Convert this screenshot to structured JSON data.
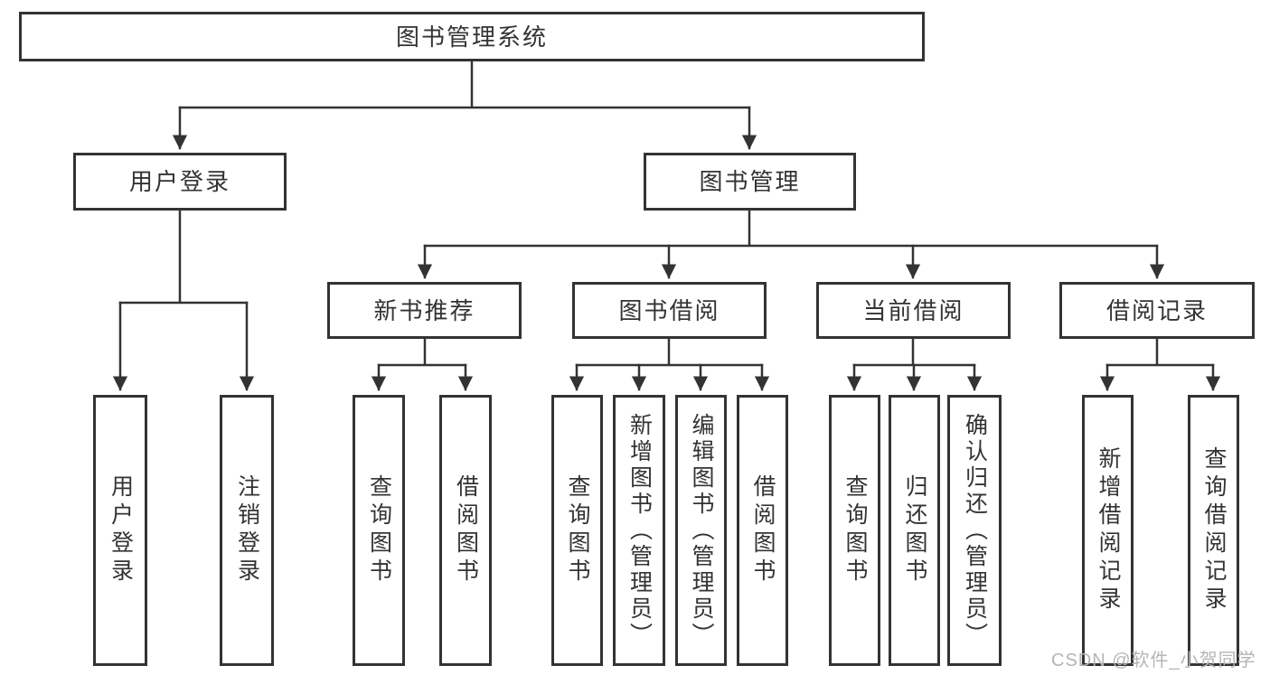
{
  "colors": {
    "line": "#333333",
    "box_border": "#333333",
    "box_background": "#ffffff",
    "text": "#333333",
    "watermark": "#b5b5b5",
    "page_background": "#ffffff"
  },
  "diagram": {
    "type": "hierarchy-tree",
    "root": {
      "label": "图书管理系统"
    },
    "branches": [
      {
        "label": "用户登录",
        "children": [
          {
            "label": "用户登录"
          },
          {
            "label": "注销登录"
          }
        ]
      },
      {
        "label": "图书管理",
        "children": [
          {
            "label": "新书推荐",
            "children": [
              {
                "label": "查询图书"
              },
              {
                "label": "借阅图书"
              }
            ]
          },
          {
            "label": "图书借阅",
            "children": [
              {
                "label": "查询图书"
              },
              {
                "label": "新增图书（管理员）"
              },
              {
                "label": "编辑图书（管理员）"
              },
              {
                "label": "借阅图书"
              }
            ]
          },
          {
            "label": "当前借阅",
            "children": [
              {
                "label": "查询图书"
              },
              {
                "label": "归还图书"
              },
              {
                "label": "确认归还（管理员）"
              }
            ]
          },
          {
            "label": "借阅记录",
            "children": [
              {
                "label": "新增借阅记录"
              },
              {
                "label": "查询借阅记录"
              }
            ]
          }
        ]
      }
    ]
  },
  "watermark": {
    "text": "CSDN @软件_小贺同学"
  }
}
